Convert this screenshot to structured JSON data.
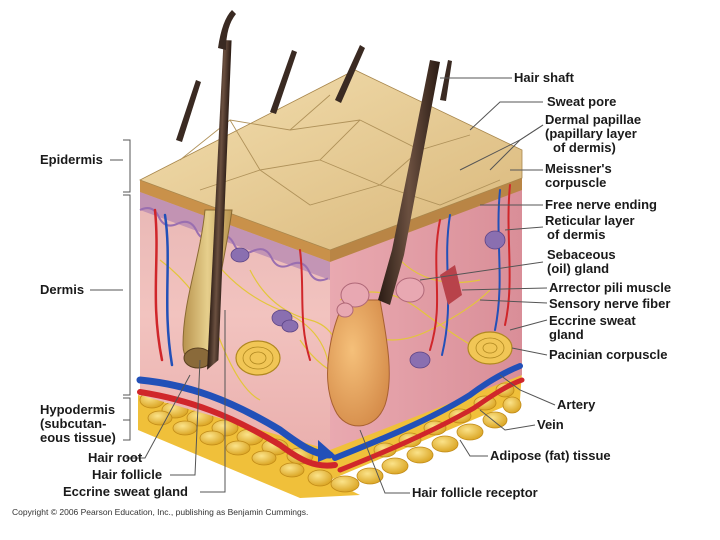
{
  "labels_right": [
    {
      "id": "hair-shaft",
      "text": "Hair shaft"
    },
    {
      "id": "sweat-pore",
      "text": "Sweat pore"
    },
    {
      "id": "dermal-papillae",
      "text": "Dermal papillae"
    },
    {
      "id": "dermal-papillae-2",
      "text": "(papillary layer"
    },
    {
      "id": "dermal-papillae-3",
      "text": "of dermis)"
    },
    {
      "id": "meissners",
      "text": "Meissner's"
    },
    {
      "id": "meissners-2",
      "text": "corpuscle"
    },
    {
      "id": "free-nerve",
      "text": "Free nerve ending"
    },
    {
      "id": "reticular",
      "text": "Reticular layer"
    },
    {
      "id": "reticular-2",
      "text": "of dermis"
    },
    {
      "id": "sebaceous",
      "text": "Sebaceous"
    },
    {
      "id": "sebaceous-2",
      "text": "(oil) gland"
    },
    {
      "id": "arrector",
      "text": "Arrector pili muscle"
    },
    {
      "id": "sensory",
      "text": "Sensory nerve fiber"
    },
    {
      "id": "eccrine-right",
      "text": "Eccrine sweat"
    },
    {
      "id": "eccrine-right-2",
      "text": "gland"
    },
    {
      "id": "pacinian",
      "text": "Pacinian corpuscle"
    },
    {
      "id": "artery",
      "text": "Artery"
    },
    {
      "id": "vein",
      "text": "Vein"
    },
    {
      "id": "adipose",
      "text": "Adipose (fat) tissue"
    },
    {
      "id": "hair-follicle-receptor",
      "text": "Hair follicle receptor"
    }
  ],
  "labels_left": [
    {
      "id": "epidermis",
      "text": "Epidermis"
    },
    {
      "id": "dermis",
      "text": "Dermis"
    },
    {
      "id": "hypodermis",
      "text": "Hypodermis"
    },
    {
      "id": "hypodermis-2",
      "text": "(subcutan-"
    },
    {
      "id": "hypodermis-3",
      "text": "eous tissue)"
    },
    {
      "id": "hair-root",
      "text": "Hair root"
    },
    {
      "id": "hair-follicle",
      "text": "Hair follicle"
    },
    {
      "id": "eccrine-left",
      "text": "Eccrine sweat gland"
    }
  ],
  "copyright": "Copyright © 2006 Pearson Education, Inc., publishing as Benjamin Cummings.",
  "colors": {
    "epidermis_top": "#e9cf9a",
    "dermis": "#f0b7b8",
    "fat": "#f2c33a",
    "artery": "#d0262a",
    "vein": "#2250b8",
    "hair": "#3a2a22",
    "nerve": "#e6c93a"
  }
}
